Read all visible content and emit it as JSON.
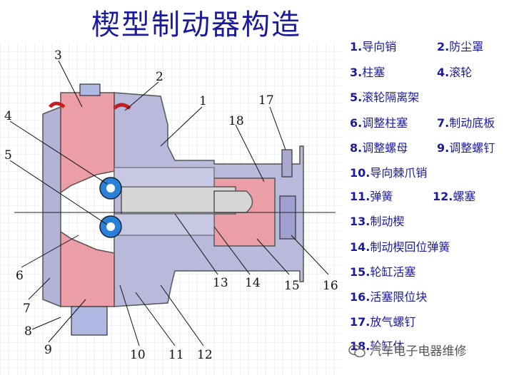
{
  "title": "楔型制动器构造",
  "callouts": [
    "1",
    "2",
    "3",
    "4",
    "5",
    "6",
    "7",
    "8",
    "9",
    "10",
    "11",
    "12",
    "13",
    "14",
    "15",
    "16",
    "17",
    "18"
  ],
  "legend": [
    {
      "num": "1.",
      "text": "导向销"
    },
    {
      "num": "2.",
      "text": "防尘罩"
    },
    {
      "num": "3.",
      "text": "柱塞"
    },
    {
      "num": "4.",
      "text": "滚轮"
    },
    {
      "num": "5.",
      "text": "滚轮隔离架"
    },
    {
      "num": "6.",
      "text": "调整柱塞"
    },
    {
      "num": "7.",
      "text": "制动底板"
    },
    {
      "num": "8.",
      "text": "调整螺母"
    },
    {
      "num": "9.",
      "text": "调整螺钉"
    },
    {
      "num": "10.",
      "text": "导向棘爪销"
    },
    {
      "num": "11.",
      "text": "弹簧"
    },
    {
      "num": "12.",
      "text": "螺塞"
    },
    {
      "num": "13.",
      "text": "制动楔"
    },
    {
      "num": "14.",
      "text": "制动楔回位弹簧"
    },
    {
      "num": "15.",
      "text": "轮缸活塞"
    },
    {
      "num": "16.",
      "text": "活塞限位块"
    },
    {
      "num": "17.",
      "text": "放气螺钉"
    },
    {
      "num": "18.",
      "text": "轮缸体"
    }
  ],
  "watermark": "汽车电子电器维修",
  "colors": {
    "title": "#1a1a9c",
    "housing": "#b8b8d8",
    "red_part": "#e8a0a8",
    "shaft": "#d8d8d8",
    "roller": "#2a7fd4"
  }
}
